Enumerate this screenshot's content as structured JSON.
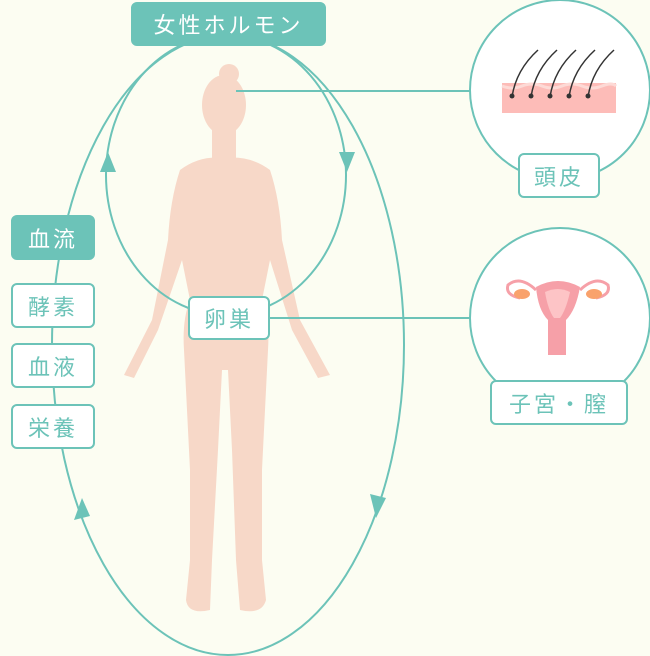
{
  "title": "女性ホルモン",
  "left_labels": {
    "main": "血流",
    "items": [
      "酵素",
      "血液",
      "栄養"
    ]
  },
  "center_label": "卵巣",
  "organs": [
    {
      "label": "頭皮"
    },
    {
      "label": "子宮・膣"
    }
  ],
  "colors": {
    "accent": "#6cc3b8",
    "body": "#f7d8c8",
    "background": "#fcfdf2"
  }
}
